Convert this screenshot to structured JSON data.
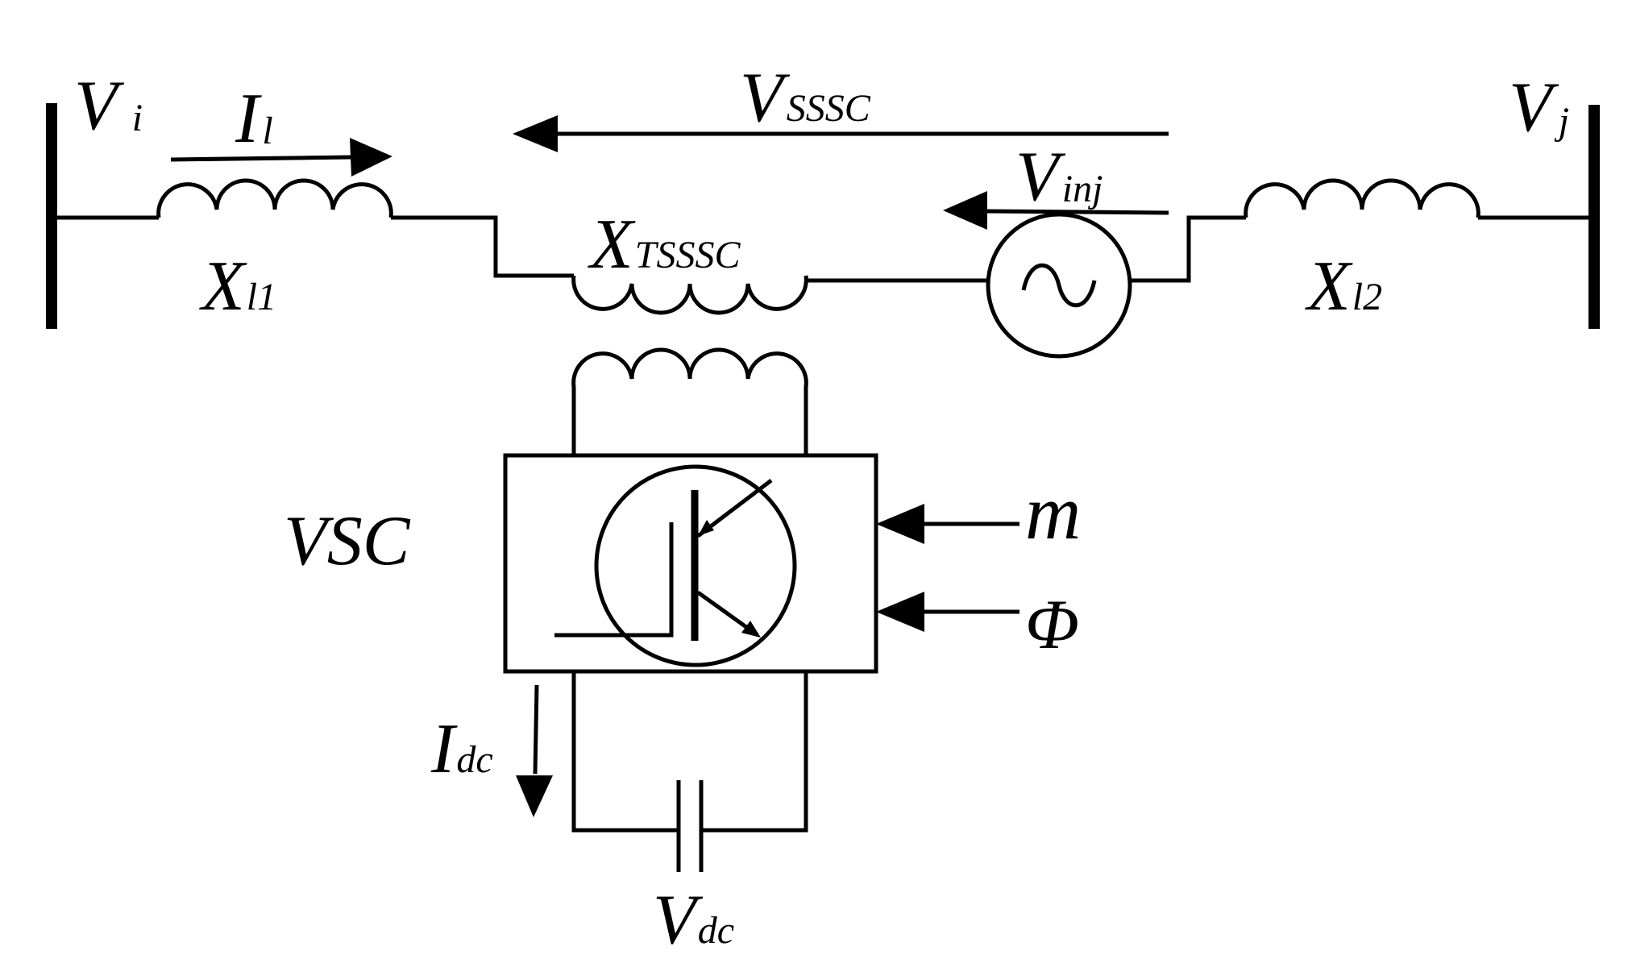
{
  "labels": {
    "v_i": {
      "main": "V",
      "sub": "i"
    },
    "v_j": {
      "main": "V",
      "sub": "j"
    },
    "i_l": {
      "main": "I",
      "sub": "l"
    },
    "v_sssc": {
      "main": "V",
      "sub": "SSSC"
    },
    "v_inj": {
      "main": "V",
      "sub": "inj"
    },
    "x_l1": {
      "main": "X",
      "sub": "l1"
    },
    "x_l2": {
      "main": "X",
      "sub": "l2"
    },
    "x_tsssc": {
      "main": "X",
      "sub": "TSSSC"
    },
    "vsc": "VSC",
    "m": "m",
    "phi": "Φ",
    "i_dc": {
      "main": "I",
      "sub": "dc"
    },
    "v_dc": {
      "main": "V",
      "sub": "dc"
    }
  }
}
